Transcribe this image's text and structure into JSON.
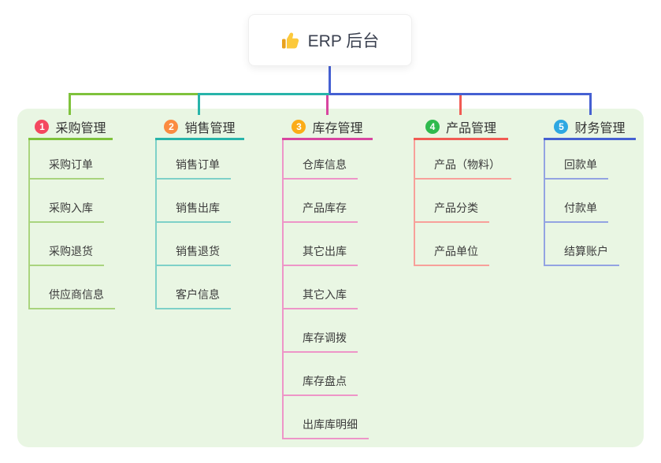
{
  "root": {
    "label": "ERP 后台",
    "icon": "thumbs-up-icon"
  },
  "colors": {
    "panel_bg": "#e9f6e3",
    "root_connector": "#4560d2",
    "text": "#333333"
  },
  "branches": [
    {
      "index": "1",
      "label": "采购管理",
      "badge_color": "#f4485f",
      "line_color": "#7fc23c",
      "child_line_color": "#a9d47e",
      "children": [
        "采购订单",
        "采购入库",
        "采购退货",
        "供应商信息"
      ]
    },
    {
      "index": "2",
      "label": "销售管理",
      "badge_color": "#fb8b41",
      "line_color": "#28b4aa",
      "child_line_color": "#7ed1c8",
      "children": [
        "销售订单",
        "销售出库",
        "销售退货",
        "客户信息"
      ]
    },
    {
      "index": "3",
      "label": "库存管理",
      "badge_color": "#fbac18",
      "line_color": "#d845a0",
      "child_line_color": "#ee95c8",
      "children": [
        "仓库信息",
        "产品库存",
        "其它出库",
        "其它入库",
        "库存调拨",
        "库存盘点",
        "出库库明细"
      ]
    },
    {
      "index": "4",
      "label": "产品管理",
      "badge_color": "#2fba4e",
      "line_color": "#f15b53",
      "child_line_color": "#f8a09a",
      "children": [
        "产品（物料）",
        "产品分类",
        "产品单位"
      ]
    },
    {
      "index": "5",
      "label": "财务管理",
      "badge_color": "#2ea8e2",
      "line_color": "#4560d2",
      "child_line_color": "#93a3e2",
      "children": [
        "回款单",
        "付款单",
        "结算账户"
      ]
    }
  ]
}
